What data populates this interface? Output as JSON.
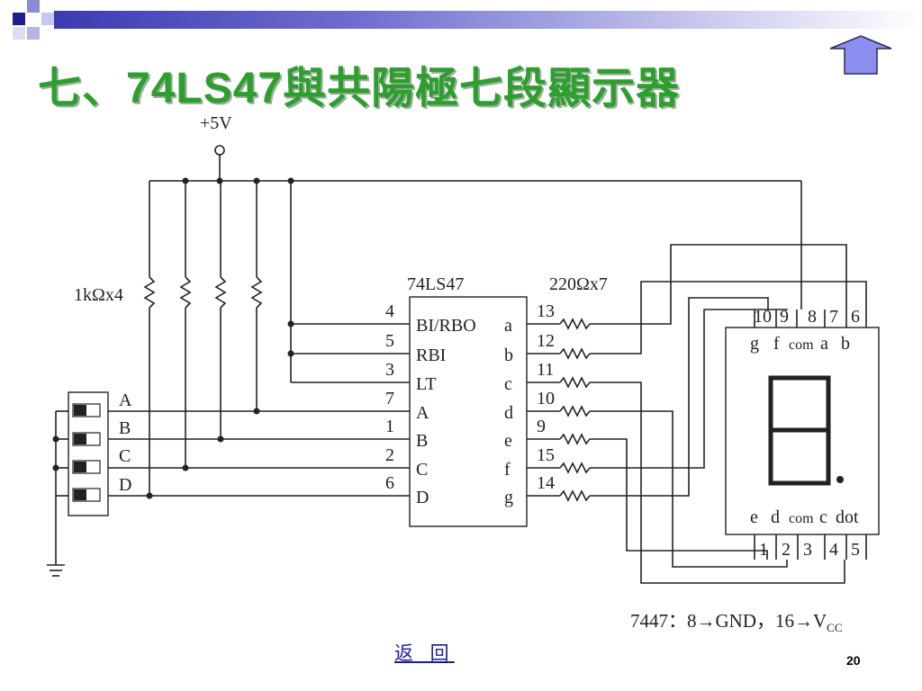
{
  "slide": {
    "title": "七、74LS47與共陽極七段顯示器",
    "back_label": "返 回",
    "page_number": "20",
    "colors": {
      "title": "#2e9e2e",
      "banner_start": "#3b3bb0",
      "link": "#1a1aa0",
      "home_button": "#8a8ff0"
    },
    "icons": {
      "home": "up-arrow-icon"
    }
  },
  "circuit": {
    "supply_label": "+5V",
    "pullup_label": "1kΩx4",
    "ic_name": "74LS47",
    "resistor_label": "220Ωx7",
    "switch_labels": [
      "A",
      "B",
      "C",
      "D"
    ],
    "input_pins": [
      {
        "pin": "4",
        "name": "BI/RBO"
      },
      {
        "pin": "5",
        "name": "RBI"
      },
      {
        "pin": "3",
        "name": "LT"
      },
      {
        "pin": "7",
        "name": "A"
      },
      {
        "pin": "1",
        "name": "B"
      },
      {
        "pin": "2",
        "name": "C"
      },
      {
        "pin": "6",
        "name": "D"
      }
    ],
    "output_pins": [
      {
        "name": "a",
        "pin": "13"
      },
      {
        "name": "b",
        "pin": "12"
      },
      {
        "name": "c",
        "pin": "11"
      },
      {
        "name": "d",
        "pin": "10"
      },
      {
        "name": "e",
        "pin": "9"
      },
      {
        "name": "f",
        "pin": "15"
      },
      {
        "name": "g",
        "pin": "14"
      }
    ],
    "display_top_pins": [
      "10",
      "9",
      "8",
      "7",
      "6"
    ],
    "display_top_names": [
      "g",
      "f",
      "com",
      "a",
      "b"
    ],
    "display_bottom_names": [
      "e",
      "d",
      "com",
      "c",
      "dot"
    ],
    "display_bottom_pins": [
      "1",
      "2",
      "3",
      "4",
      "5"
    ],
    "note": "7447：8→GND，16→V",
    "note_subscript": "CC"
  }
}
